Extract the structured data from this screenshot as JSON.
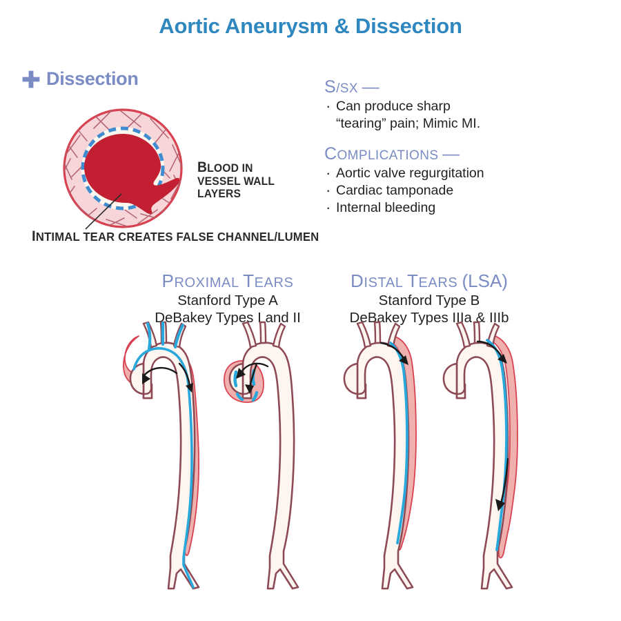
{
  "page": {
    "title": "Aortic Aneurysm & Dissection",
    "background_color": "#ffffff"
  },
  "colors": {
    "title_blue": "#2e87bf",
    "heading_periwinkle": "#7b8cc4",
    "body_text": "#231f20",
    "blood_red": "#c21f32",
    "vessel_wall_pink": "#f6d4d9",
    "vessel_outline_red": "#d8414f",
    "crosshatch_mauve": "#b3616f",
    "intima_blue": "#3f8dd0",
    "aorta_lumen_cream": "#fcf5f0",
    "aorta_outline_maroon": "#8d4a55",
    "false_lumen_pink": "#efb0ae",
    "dissection_cyan": "#29a8dc",
    "arrow_black": "#1a1a1a"
  },
  "section_heading": {
    "icon": "medical-cross-icon",
    "label": "Dissection"
  },
  "cross_section": {
    "blood_label": {
      "line1_cap": "B",
      "line1_rest": "LOOD IN",
      "line2": "VESSEL WALL",
      "line3": "LAYERS",
      "plain": "Blood in vessel wall layers"
    },
    "tear_label": {
      "cap": "I",
      "rest": "NTIMAL TEAR CREATES FALSE CHANNEL/LUMEN",
      "plain": "Intimal tear creates false channel/lumen"
    }
  },
  "clinical_notes": {
    "groups": [
      {
        "heading_cap": "S",
        "heading_rest": "/S",
        "heading_tail": "X",
        "heading_plain": "S/Sx",
        "dash": "—",
        "items": [
          {
            "line1": "Can produce sharp",
            "line2": "“tearing” pain; Mimic MI."
          }
        ]
      },
      {
        "heading_cap": "C",
        "heading_rest": "OMPLICATIONS",
        "heading_tail": "",
        "heading_plain": "Complications",
        "dash": "—",
        "items": [
          {
            "line1": "Aortic valve regurgitation",
            "line2": ""
          },
          {
            "line1": "Cardiac tamponade",
            "line2": ""
          },
          {
            "line1": "Internal bleeding",
            "line2": ""
          }
        ]
      }
    ]
  },
  "type_groups": [
    {
      "id": "proximal",
      "kicker_cap1": "P",
      "kicker_rest1": "ROXIMAL",
      "kicker_cap2": "T",
      "kicker_rest2": "EARS",
      "kicker_paren": "",
      "kicker_plain": "Proximal Tears",
      "line1": "Stanford Type A",
      "line2": "DeBakey Types I and II"
    },
    {
      "id": "distal",
      "kicker_cap1": "D",
      "kicker_rest1": "ISTAL",
      "kicker_cap2": "T",
      "kicker_rest2": "EARS",
      "kicker_paren": "(LSA)",
      "kicker_plain": "Distal Tears (LSA)",
      "line1": "Stanford Type B",
      "line2": "DeBakey Types IIIa & IIIb"
    }
  ],
  "aorta_figures": [
    {
      "id": "aorta-type-1",
      "classification": "DeBakey Type I",
      "dissection_extent": "ascending aorta through arch to iliac bifurcation",
      "arrows": 2
    },
    {
      "id": "aorta-type-2",
      "classification": "DeBakey Type II",
      "dissection_extent": "ascending aorta only",
      "arrows": 2
    },
    {
      "id": "aorta-type-3",
      "classification": "DeBakey Type IIIa",
      "dissection_extent": "descending thoracic aorta distal to left subclavian",
      "arrows": 1
    },
    {
      "id": "aorta-type-4",
      "classification": "DeBakey Type IIIb",
      "dissection_extent": "descending aorta below diaphragm to bifurcation",
      "arrows": 2
    }
  ]
}
